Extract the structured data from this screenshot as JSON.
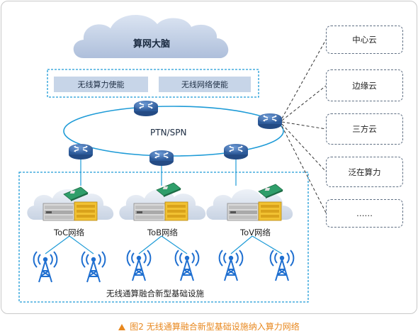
{
  "cloud_top": {
    "label": "算网大脑"
  },
  "capabilities": [
    {
      "label": "无线算力使能"
    },
    {
      "label": "无线网络使能"
    }
  ],
  "ring": {
    "label": "PTN/SPN"
  },
  "clouds_right": [
    {
      "label": "中心云"
    },
    {
      "label": "边缘云"
    },
    {
      "label": "三方云"
    },
    {
      "label": "泛在算力"
    },
    {
      "label": "……"
    }
  ],
  "networks": [
    {
      "label": "ToC网络"
    },
    {
      "label": "ToB网络"
    },
    {
      "label": "ToV网络"
    }
  ],
  "infrastructure": {
    "label": "无线通算融合新型基础设施"
  },
  "caption": {
    "label": "图2  无线通算融合新型基础设施纳入算力网络"
  },
  "colors": {
    "caption": "#e8881f",
    "cloud": "#c5d1e6",
    "router": "#3a6aa8",
    "tower": "#1f6fd0",
    "dashed": "#1e9bd7"
  }
}
